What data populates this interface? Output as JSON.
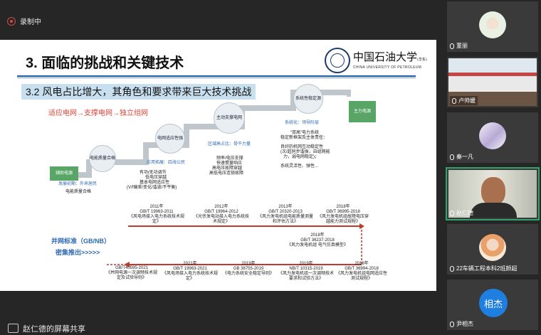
{
  "meeting": {
    "recording_label": "录制中",
    "share_label": "赵仁德的屏幕共享"
  },
  "slide": {
    "title": "3. 面临的挑战和关键技术",
    "logo_cn": "中国石油大学",
    "logo_sub": "(华东)",
    "logo_en": "CHINA UNIVERSITY OF PETROLEUM",
    "subtitle": "3.2 风电占比增大，其角色和要求带来巨大技术挑战",
    "path_line": "适应电网→支撑电网→独立组网",
    "stages": {
      "aux": "辅助电源",
      "quality": "电能质量合格",
      "adapt": "电网适应性强",
      "support": "主动支撑电网",
      "stable": "系统性稳定源",
      "main": "主力电源"
    },
    "phases": {
      "early": "发展初期：外来居民",
      "early_desc": "电能质量合格",
      "expand": "应用拓展：四海公民",
      "expand_desc": [
        "有功/无功调节",
        "低电压穿越",
        "基本电网适应性",
        "(V/f偏差/变化/谐波/不平衡)"
      ],
      "regional": "区域高占比：骨干力量",
      "regional_desc": [
        "频率/电压支撑",
        "快速惯量响应",
        "高电压故障穿越",
        "高低电压连锁故障"
      ],
      "system": "系统化：领导阶层",
      "system_desc": [
        "“双高”电力系统",
        "稳定新框架及主体责任：",
        "良好的机网互动稳定性",
        "(次/超同步谐振，自组网能",
        "力，弱电网稳定)；",
        "系统灵活性、弹性..."
      ]
    },
    "timeline_top": [
      {
        "year": "2011年",
        "code": "GB/T 19963-2011",
        "desc": "《风电场接入电力系统技术规定》"
      },
      {
        "year": "2012年",
        "code": "GB/T 19964-2012",
        "desc": "《光伏发电站接入电力系统技术规定》"
      },
      {
        "year": "2013年",
        "code": "GB/T 20320-2013",
        "desc": "《风力发电机组电能质量测量和评估方法》"
      },
      {
        "year": "2018年",
        "code": "GB/T 36995-2018",
        "desc": "《风力发电机组故障电压穿越能力测试规程》"
      }
    ],
    "timeline_mid": {
      "year": "2018年",
      "code": "GB/T 36237-2018",
      "desc": "《风力发电机组 电气仿真模型》"
    },
    "timeline_bottom": [
      {
        "year": "",
        "code": "GB/T40595-2021",
        "desc": "《并网电源一次调频技术规定及试验导则》"
      },
      {
        "year": "2021年",
        "code": "GB/T 19963-2021",
        "desc": "《风电场接入电力系统技术规定》"
      },
      {
        "year": "2019年",
        "code": "GB 38755-2019",
        "desc": "《电力系统安全稳定导则》"
      },
      {
        "year": "2019年",
        "code": "NB/T 10315-2019",
        "desc": "《风力发电机组一次调频技术要求和试验方法》"
      },
      {
        "year": "2018年",
        "code": "GB/T 36994-2018",
        "desc": "《风力发电机组电网适应性测试规程》"
      }
    ],
    "standards_label": "并网标准（GB/NB）",
    "standards_label2": "密集推出>>>>>"
  },
  "participants": [
    {
      "name": "董丽"
    },
    {
      "name": "卢帅媛"
    },
    {
      "name": "秦一凡"
    },
    {
      "name": "赵仁德"
    },
    {
      "name": "22车辆工程本科2班颜超"
    },
    {
      "name": "尹相杰",
      "avatar_text": "相杰"
    }
  ],
  "colors": {
    "accent_green": "#2fa36b",
    "slide_blue": "#1d5aa6",
    "avatar_blue": "#1f7fe0"
  }
}
